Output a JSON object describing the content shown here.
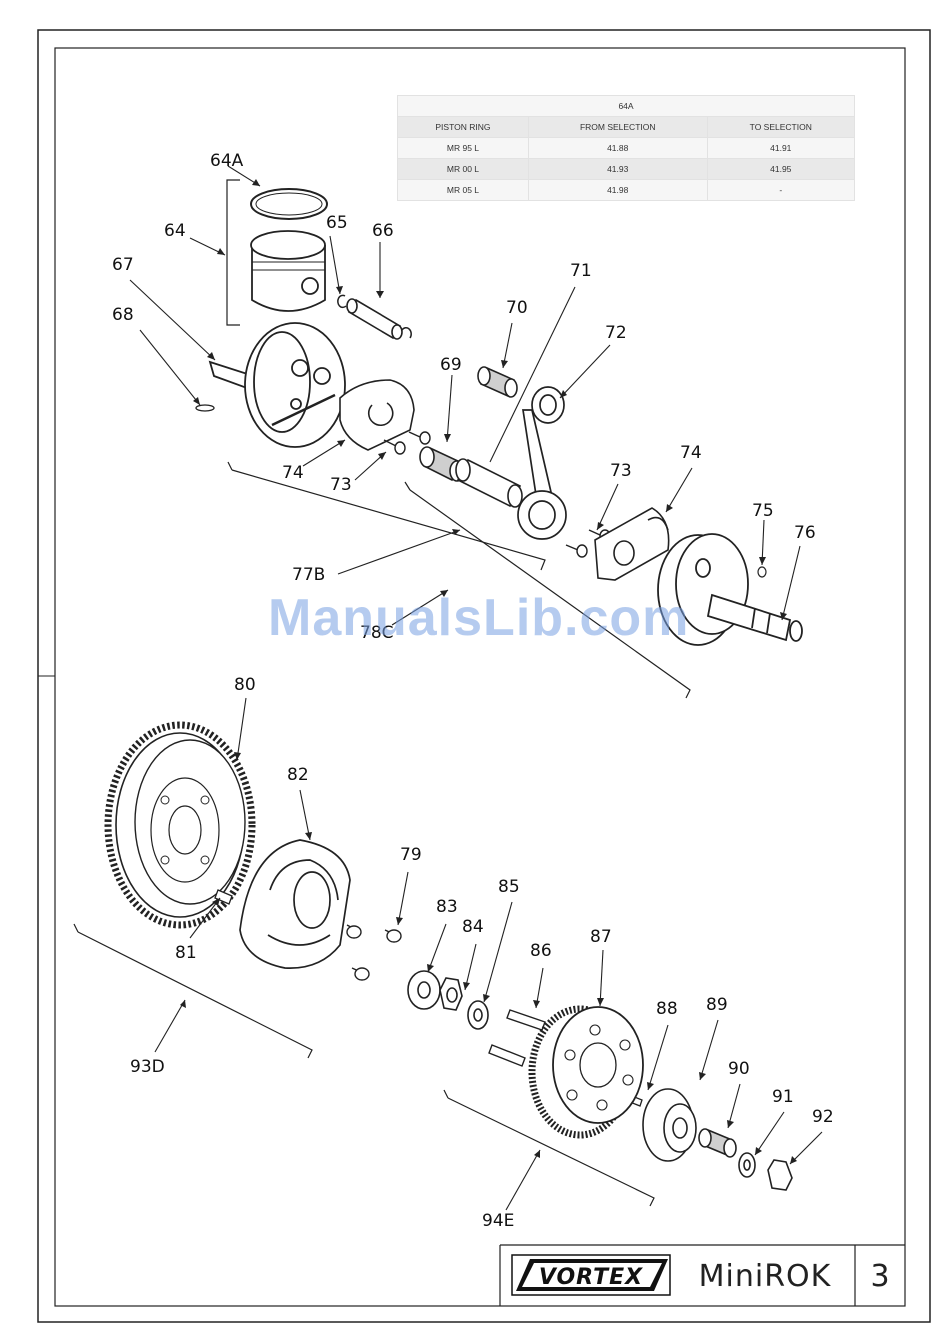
{
  "ring_table": {
    "title": "64A",
    "headers": [
      "PISTON RING",
      "FROM SELECTION",
      "TO SELECTION"
    ],
    "rows": [
      [
        "MR 95 L",
        "41.88",
        "41.91"
      ],
      [
        "MR 00 L",
        "41.93",
        "41.95"
      ],
      [
        "MR 05 L",
        "41.98",
        "-"
      ]
    ]
  },
  "callouts": {
    "c64a": "64A",
    "c64": "64",
    "c65": "65",
    "c66": "66",
    "c67": "67",
    "c68": "68",
    "c69": "69",
    "c70": "70",
    "c71": "71",
    "c72": "72",
    "c73a": "73",
    "c73b": "73",
    "c74a": "74",
    "c74b": "74",
    "c75": "75",
    "c76": "76",
    "c77b": "77B",
    "c78c": "78C",
    "c79": "79",
    "c80": "80",
    "c81": "81",
    "c82": "82",
    "c83": "83",
    "c84": "84",
    "c85": "85",
    "c86": "86",
    "c87": "87",
    "c88": "88",
    "c89": "89",
    "c90": "90",
    "c91": "91",
    "c92": "92",
    "c93d": "93D",
    "c94e": "94E"
  },
  "watermark": "ManualsLib.com",
  "title_block": {
    "brand": "VORTEX",
    "model": "MiniROK",
    "page": "3"
  }
}
